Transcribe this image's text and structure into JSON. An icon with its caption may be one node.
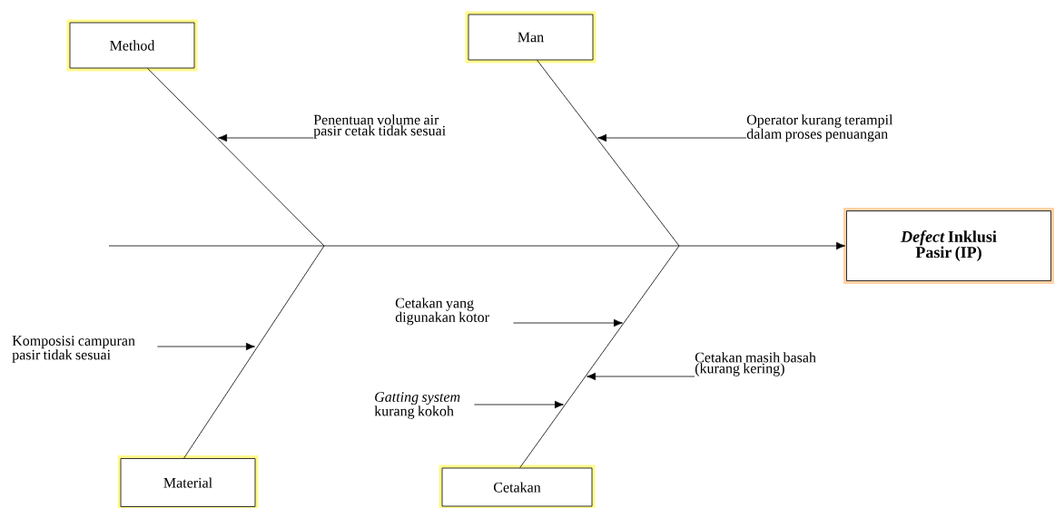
{
  "diagram": {
    "nodes": [
      {
        "text": [
          "Method"
        ]
      },
      {
        "text": [
          "Man"
        ]
      },
      {
        "text": [
          "Penentuan volume air pasir cetak tidak sesuai"
        ]
      },
      {
        "text": [
          "Operator kurang terampil dalam proses penuangan"
        ]
      },
      {
        "text": [
          "*Defect* Inklusi Pasir (IP)"
        ]
      },
      {
        "text": [
          "Cetakan yang digunakan kotor"
        ]
      },
      {
        "text": [
          "Komposisi campuran pasir tidak sesuai"
        ]
      },
      {
        "text": [
          "Cetakan masih basah (kurang kering)"
        ]
      },
      {
        "text": [
          "*Gatting system* kurang kokoh"
        ]
      },
      {
        "text": [
          "Material"
        ]
      },
      {
        "text": [
          "Cetakan"
        ]
      }
    ],
    "edges": [
      {
        "from": null,
        "to": 4,
        "arrow": "to"
      },
      {
        "from": 0,
        "to": null,
        "arrow": "none"
      },
      {
        "from": 1,
        "to": null,
        "arrow": "none"
      },
      {
        "from": 9,
        "to": null,
        "arrow": "none"
      },
      {
        "from": 10,
        "to": null,
        "arrow": "none"
      },
      {
        "from": 2,
        "to": null,
        "arrow": "to"
      },
      {
        "from": 3,
        "to": null,
        "arrow": "to"
      },
      {
        "from": 6,
        "to": null,
        "arrow": "to"
      },
      {
        "from": 5,
        "to": null,
        "arrow": "to"
      },
      {
        "from": 7,
        "to": null,
        "arrow": "to"
      },
      {
        "from": 8,
        "to": null,
        "arrow": "to"
      }
    ]
  }
}
